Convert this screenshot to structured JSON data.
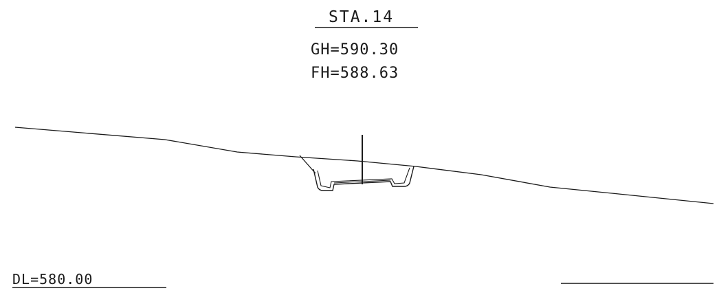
{
  "station": "STA.14",
  "ground_height": "GH=590.30",
  "formation_height": "FH=588.63",
  "datum_level": "DL=580.00"
}
